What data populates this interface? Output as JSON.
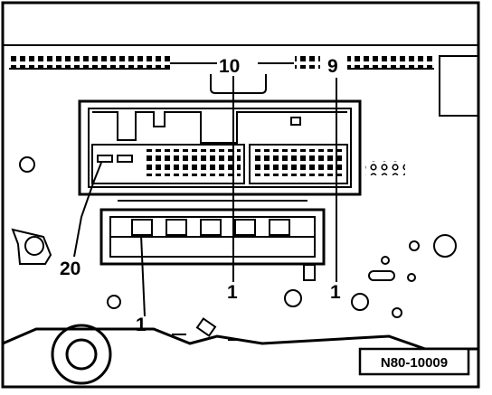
{
  "diagram": {
    "callouts": {
      "top_left_pin": "10",
      "top_right_pin": "9",
      "left_pin": "20",
      "center_bottom": "1",
      "right_bottom": "1",
      "lower_left": "1"
    },
    "reference_number": "N80-10009",
    "colors": {
      "ink": "#000000",
      "paper": "#ffffff"
    }
  }
}
